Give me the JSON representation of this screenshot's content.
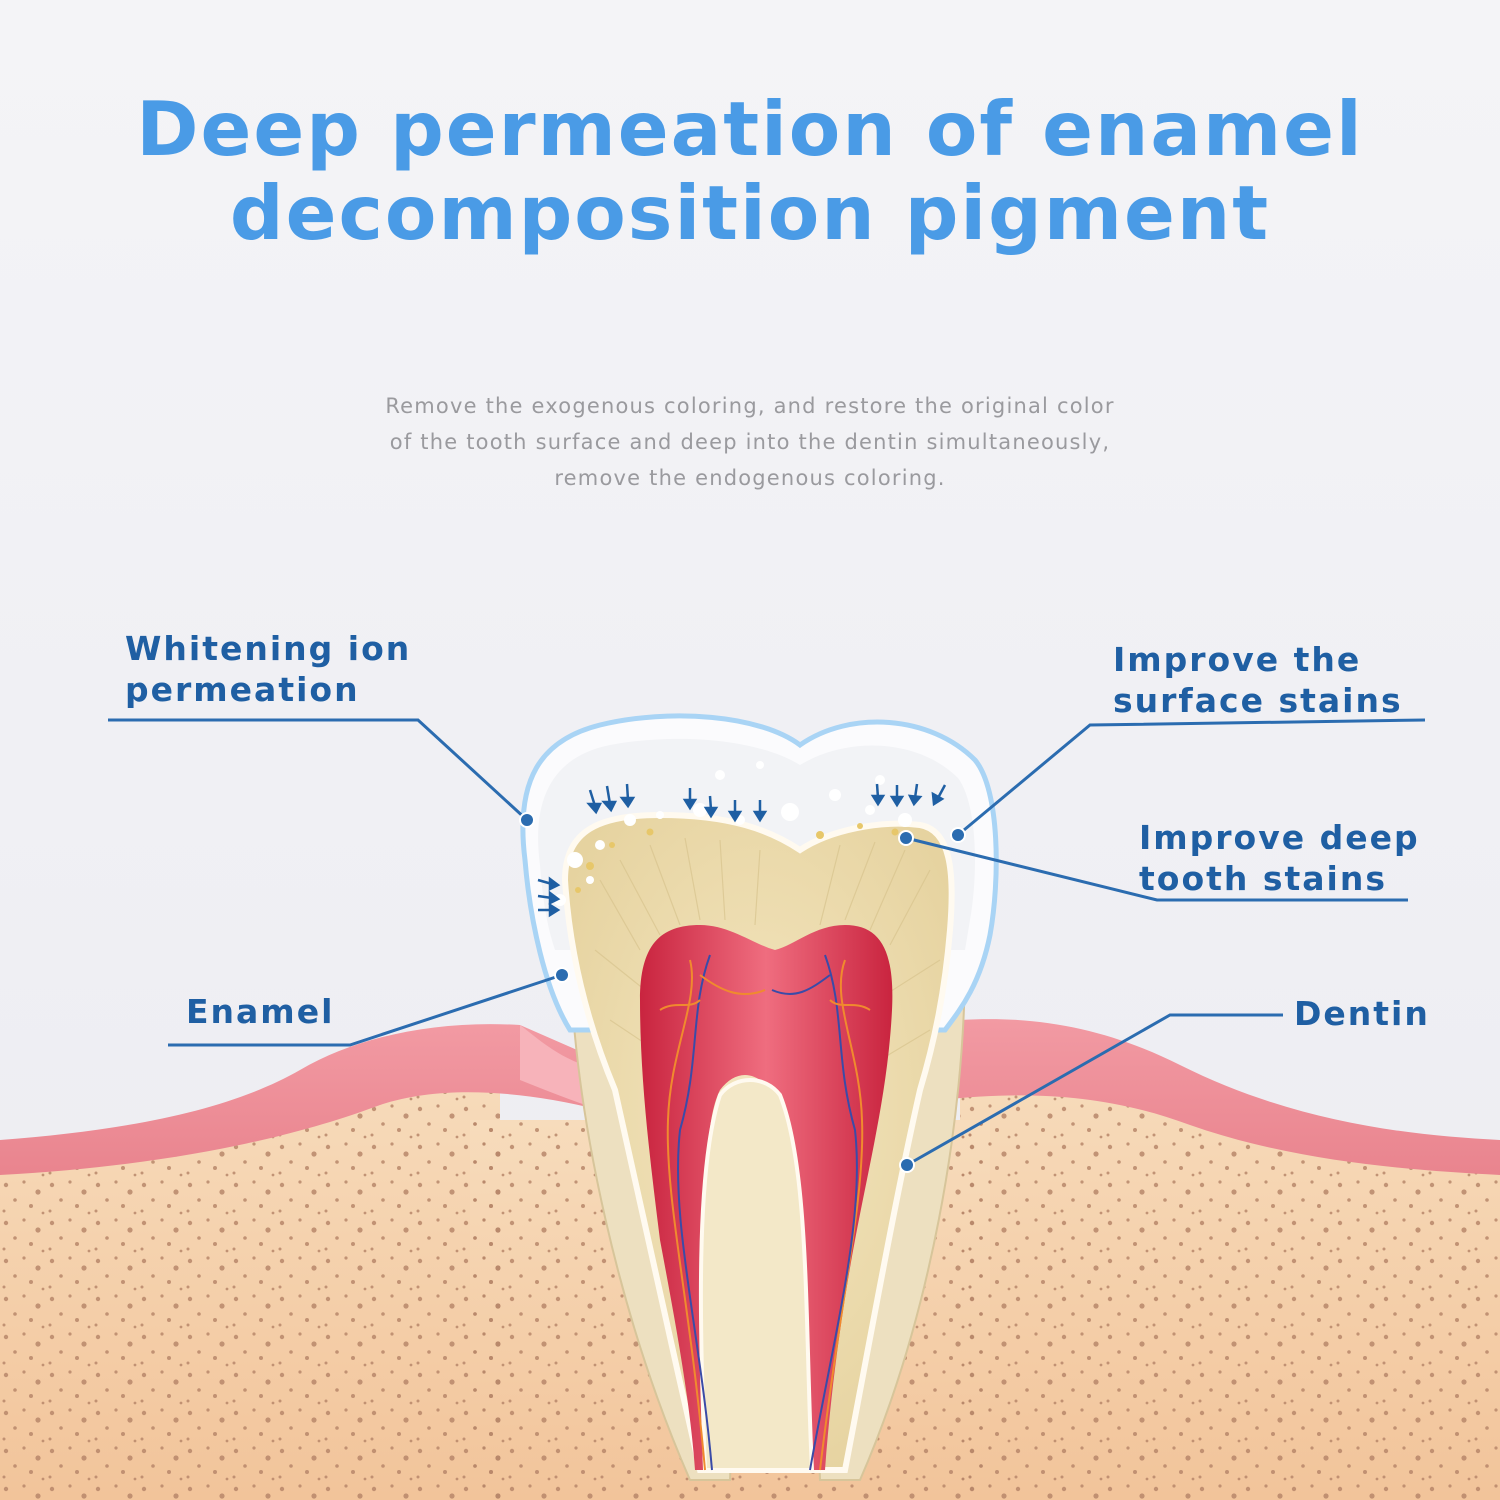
{
  "title": {
    "line1": "Deep permeation of enamel",
    "line2": "decomposition pigment"
  },
  "description": {
    "line1": "Remove the exogenous coloring, and restore the original color",
    "line2": "of the tooth surface and deep into the dentin simultaneously,",
    "line3": "remove the endogenous coloring."
  },
  "labels": {
    "whitening": {
      "line1": "Whitening ion",
      "line2": "permeation"
    },
    "surface": {
      "line1": "Improve the",
      "line2": "surface stains"
    },
    "deep": {
      "line1": "Improve deep",
      "line2": "tooth stains"
    },
    "enamel": "Enamel",
    "dentin": "Dentin"
  },
  "colors": {
    "title": "#4a9be6",
    "callout_text": "#1f5fa3",
    "leader_line": "#2b6cb0",
    "enamel_outline": "#a9d4f5",
    "dentin": "#ecdcb0",
    "pulp": "#e0405a",
    "gum": "#ec8f98",
    "bone": "#f5d0a8"
  }
}
